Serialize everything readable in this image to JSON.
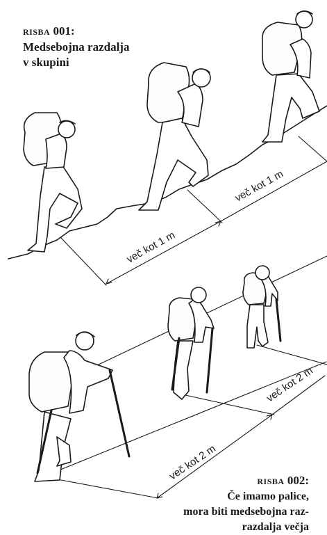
{
  "figure1": {
    "label_prefix": "RISBA",
    "label_number": "001:",
    "caption_lines": [
      "Medsebojna razdalja",
      "v skupini"
    ],
    "distance_labels": [
      "več kot 1 m",
      "več kot 1 m"
    ]
  },
  "figure2": {
    "label_prefix": "RISBA",
    "label_number": "002:",
    "caption_lines": [
      "Če imamo palice,",
      "mora biti medsebojna raz-",
      "razdalja večja"
    ],
    "distance_labels": [
      "več kot 2 m",
      "več kot 2 m"
    ]
  }
}
